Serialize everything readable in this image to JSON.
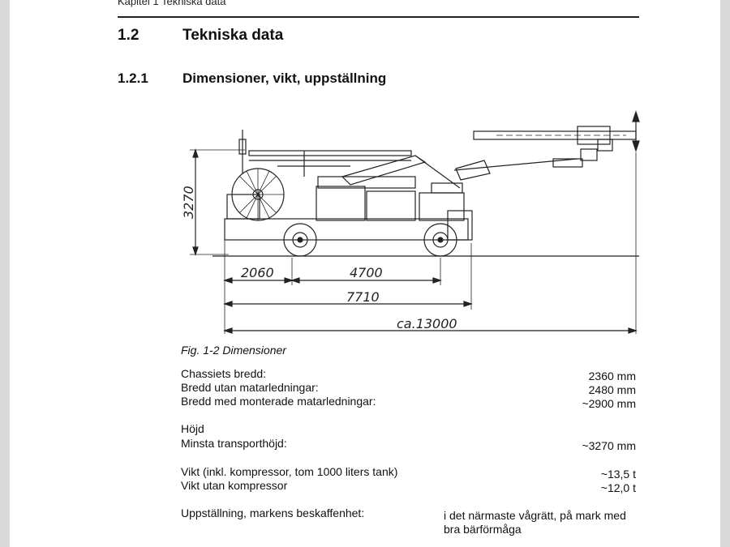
{
  "header": {
    "running_title": "Kapitel 1 Tekniska data"
  },
  "section": {
    "number": "1.2",
    "title": "Tekniska data"
  },
  "subsection": {
    "number": "1.2.1",
    "title": "Dimensioner, vikt, uppställning"
  },
  "drawing": {
    "height_label": "3270",
    "dim_front": "2060",
    "dim_wheelbase": "4700",
    "dim_chassis": "7710",
    "dim_total": "ca.13000"
  },
  "figure": {
    "caption": "Fig. 1-2  Dimensioner"
  },
  "specs": {
    "chassis_width_label": "Chassiets bredd:",
    "chassis_width_value": "2360 mm",
    "width_no_feed_label": "Bredd utan matarledningar:",
    "width_no_feed_value": "2480 mm",
    "width_with_feed_label": "Bredd med monterade matarledningar:",
    "width_with_feed_value": "~2900 mm",
    "height_heading": "Höjd",
    "min_transport_height_label": "Minsta transporthöjd:",
    "min_transport_height_value": "~3270 mm",
    "weight_label": "Vikt (inkl. kompressor, tom 1000 liters tank)",
    "weight_value": "~13,5 t",
    "weight_no_comp_label": "Vikt utan kompressor",
    "weight_no_comp_value": "~12,0 t",
    "setup_label": "Uppställning, markens beskaffenhet:",
    "setup_value_line1": "i det närmaste vågrätt, på mark med",
    "setup_value_line2": "bra bärförmåga"
  }
}
